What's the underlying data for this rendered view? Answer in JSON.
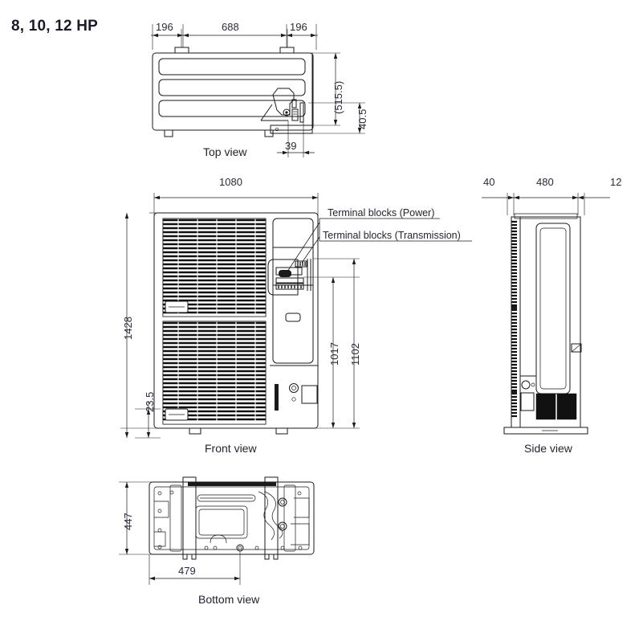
{
  "title": "8, 10, 12 HP",
  "views": {
    "top": {
      "label": "Top view"
    },
    "front": {
      "label": "Front view"
    },
    "side": {
      "label": "Side view"
    },
    "bottom": {
      "label": "Bottom view"
    }
  },
  "dimensions": {
    "top": {
      "left_pitch": "196",
      "center_pitch": "688",
      "right_pitch": "196",
      "depth_ref": "(515.5)",
      "rear_offset": "40.5",
      "pipe_offset": "39"
    },
    "front": {
      "width": "1080",
      "height": "1428",
      "base_height": "23.5",
      "terminal_height": "1017",
      "panel_height": "1102"
    },
    "side": {
      "rear_gap": "40",
      "body_depth": "480",
      "front_gap": "12"
    },
    "bottom": {
      "depth": "447",
      "foot_pitch": "479"
    }
  },
  "callouts": {
    "power": "Terminal blocks (Power)",
    "transmission": "Terminal blocks (Transmission)"
  },
  "colors": {
    "line": "#1a1a1a",
    "text": "#23232f",
    "title": "#1b1b28",
    "background": "#ffffff"
  }
}
